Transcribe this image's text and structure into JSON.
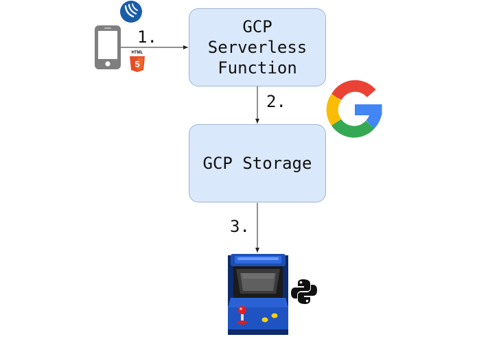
{
  "nodes": {
    "function": {
      "line1": "GCP",
      "line2": "Serverless",
      "line3": "Function"
    },
    "storage": {
      "label": "GCP Storage"
    }
  },
  "edges": [
    {
      "from": "client",
      "to": "function",
      "label": "1."
    },
    {
      "from": "function",
      "to": "storage",
      "label": "2."
    },
    {
      "from": "storage",
      "to": "arcade",
      "label": "3."
    }
  ],
  "icons": {
    "phone": "smartphone-icon",
    "html5": "html5-icon",
    "html5_text": "HTML",
    "html5_num": "5",
    "jquery_mobile": "jquery-mobile-icon",
    "google": "google-g-icon",
    "arcade": "arcade-cabinet-icon",
    "python": "python-icon"
  },
  "colors": {
    "box_fill": "#dae8fc",
    "google_blue": "#4285F4",
    "google_red": "#EA4335",
    "google_yellow": "#FBBC05",
    "google_green": "#34A853"
  }
}
